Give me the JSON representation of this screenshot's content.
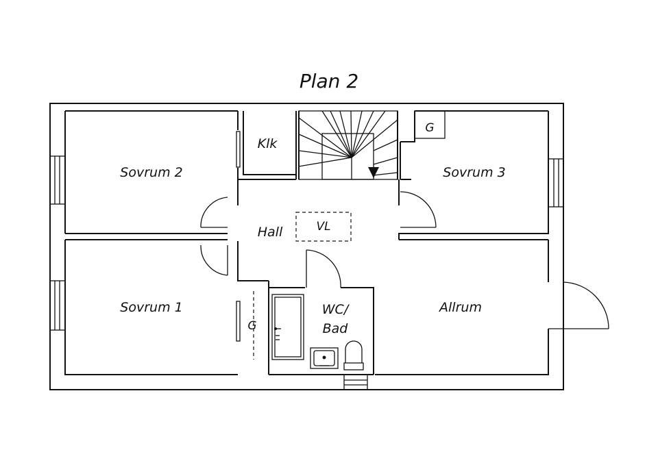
{
  "title": "Plan 2",
  "rooms": {
    "sovrum2": "Sovrum 2",
    "klk": "Klk",
    "sovrum3": "Sovrum 3",
    "g_top": "G",
    "hall": "Hall",
    "vl": "VL",
    "sovrum1": "Sovrum 1",
    "g_mid": "G",
    "wc_line1": "WC/",
    "wc_line2": "Bad",
    "allrum": "Allrum"
  }
}
